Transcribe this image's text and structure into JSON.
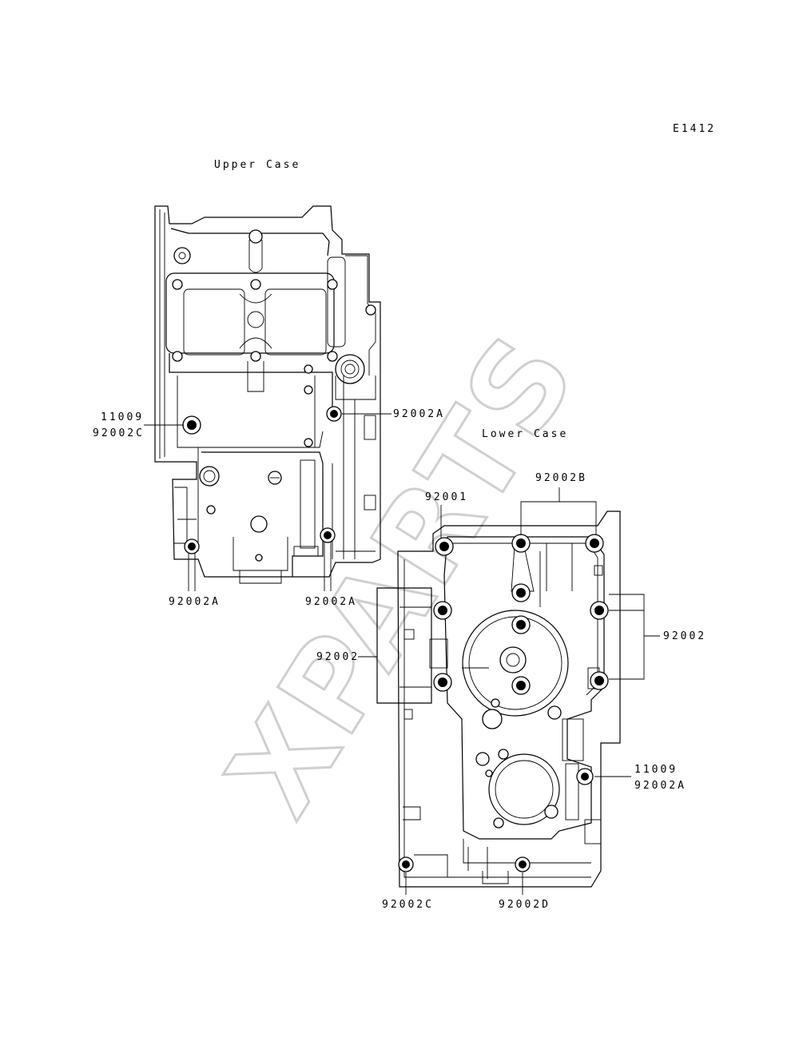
{
  "diagram_code": "E1412",
  "upper_case": {
    "title": "Upper Case",
    "labels": {
      "left_top": "11009",
      "left_bottom": "92002C",
      "right_mid": "92002A",
      "bottom_left": "92002A",
      "bottom_right": "92002A"
    }
  },
  "lower_case": {
    "title": "Lower Case",
    "labels": {
      "top_left": "92001",
      "top_center": "92002B",
      "right": "92002",
      "left": "92002",
      "right_lower_top": "11009",
      "right_lower_bottom": "92002A",
      "bottom_left": "92002C",
      "bottom_center": "92002D"
    }
  },
  "watermark": "XPARTS"
}
